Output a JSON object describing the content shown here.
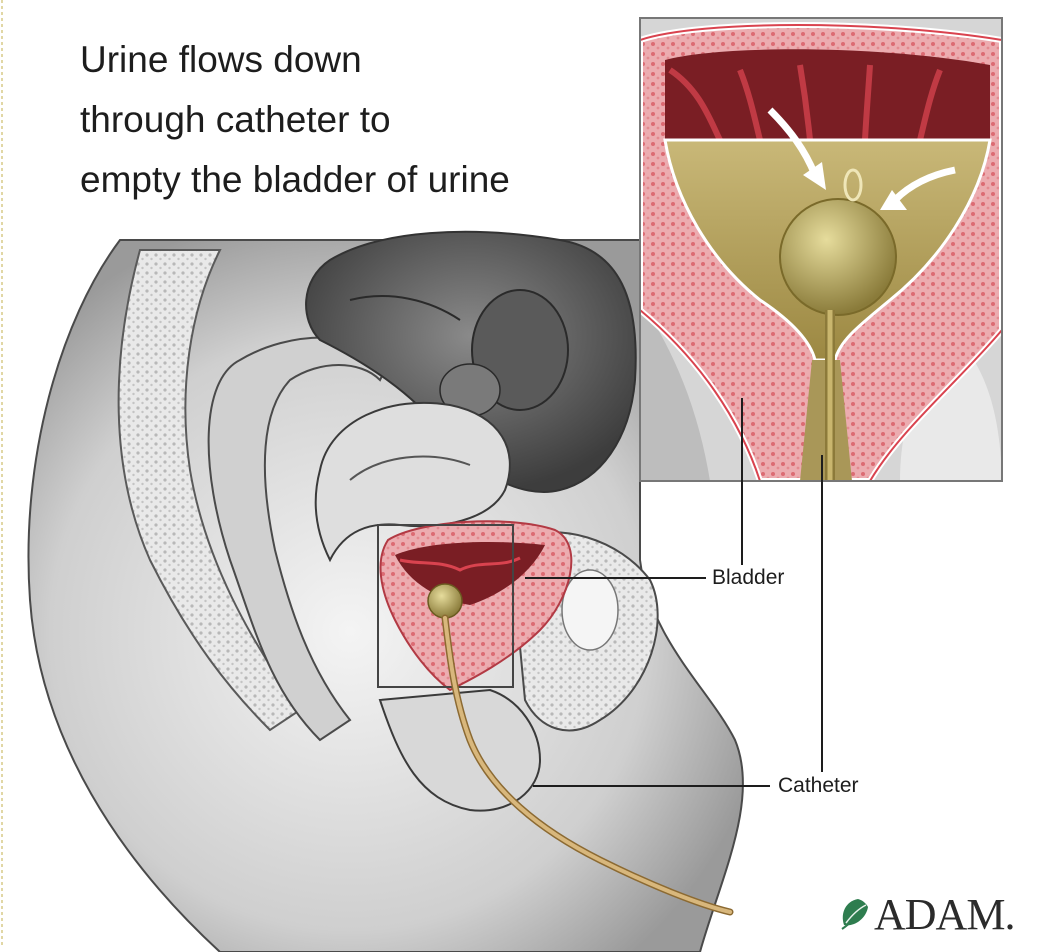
{
  "caption": {
    "line1": "Urine flows down",
    "line2": "through catheter to",
    "line3": "empty the bladder of urine"
  },
  "labels": {
    "bladder": "Bladder",
    "catheter": "Catheter"
  },
  "logo": {
    "text": "ADAM.",
    "icon": "leaf-icon"
  },
  "colors": {
    "tissue_red": "#d9434f",
    "tissue_pink": "#ecacb0",
    "urine_gold": "#b9a664",
    "catheter_tan": "#c9a56a",
    "logo_green": "#2e7d4f"
  }
}
